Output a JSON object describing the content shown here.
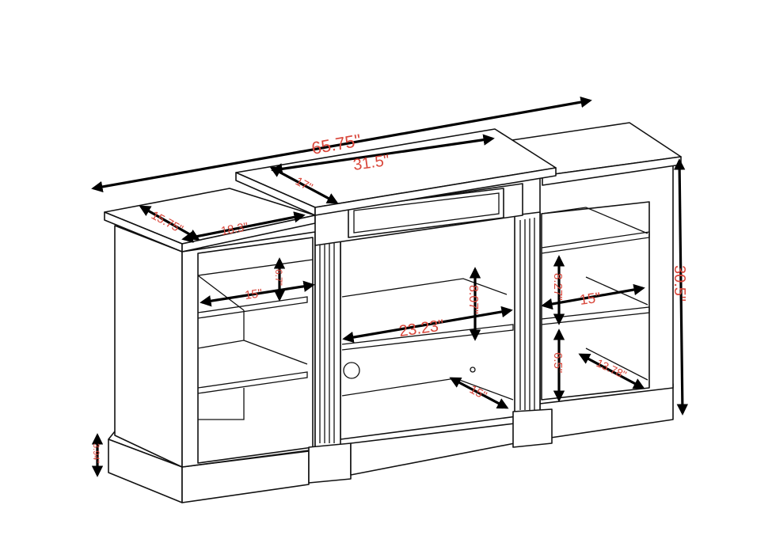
{
  "colors": {
    "label": "#d9463a",
    "line": "#111111",
    "arrow": "#000000"
  },
  "dimensions": {
    "overall_width": "65.75\"",
    "center_top_width": "31.5\"",
    "center_top_depth": "17\"",
    "side_top_depth": "15.75\"",
    "side_top_width": "18.3\"",
    "left_shelf_width": "15\"",
    "left_shelf_height": "6.7\"",
    "center_shelf_height": "8.07\"",
    "center_shelf_width": "23.23\"",
    "right_shelf_height_upper": "8.27\"",
    "right_shelf_width": "15\"",
    "overall_height": "30.5\"",
    "right_shelf_height_lower": "6.5\"",
    "right_shelf_depth": "13.78\"",
    "center_shelf_depth": "15\"",
    "base_height": "3.94\""
  }
}
